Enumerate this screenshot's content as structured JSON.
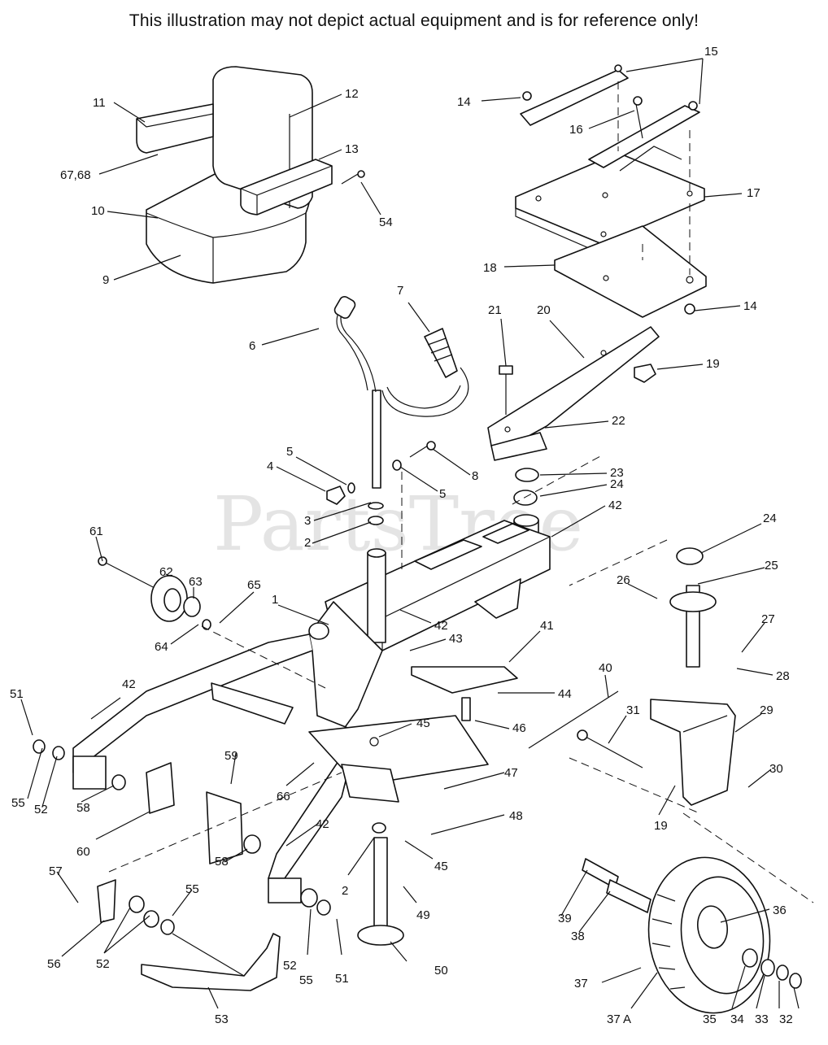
{
  "disclaimer": "This illustration may not depict actual equipment and is for reference only!",
  "watermark": "PartsTree",
  "callouts": [
    {
      "id": "c11",
      "label": "11"
    },
    {
      "id": "c12",
      "label": "12"
    },
    {
      "id": "c13",
      "label": "13"
    },
    {
      "id": "c6768",
      "label": "67,68"
    },
    {
      "id": "c10",
      "label": "10"
    },
    {
      "id": "c54",
      "label": "54"
    },
    {
      "id": "c9",
      "label": "9"
    },
    {
      "id": "c15",
      "label": "15"
    },
    {
      "id": "c14a",
      "label": "14"
    },
    {
      "id": "c16",
      "label": "16"
    },
    {
      "id": "c17",
      "label": "17"
    },
    {
      "id": "c18",
      "label": "18"
    },
    {
      "id": "c14b",
      "label": "14"
    },
    {
      "id": "c7",
      "label": "7"
    },
    {
      "id": "c6",
      "label": "6"
    },
    {
      "id": "c21",
      "label": "21"
    },
    {
      "id": "c20",
      "label": "20"
    },
    {
      "id": "c19a",
      "label": "19"
    },
    {
      "id": "c22",
      "label": "22"
    },
    {
      "id": "c5a",
      "label": "5"
    },
    {
      "id": "c8",
      "label": "8"
    },
    {
      "id": "c4",
      "label": "4"
    },
    {
      "id": "c5b",
      "label": "5"
    },
    {
      "id": "c23",
      "label": "23"
    },
    {
      "id": "c24a",
      "label": "24"
    },
    {
      "id": "c3",
      "label": "3"
    },
    {
      "id": "c42a",
      "label": "42"
    },
    {
      "id": "c2a",
      "label": "2"
    },
    {
      "id": "c24b",
      "label": "24"
    },
    {
      "id": "c61",
      "label": "61"
    },
    {
      "id": "c62",
      "label": "62"
    },
    {
      "id": "c63",
      "label": "63"
    },
    {
      "id": "c65",
      "label": "65"
    },
    {
      "id": "c25",
      "label": "25"
    },
    {
      "id": "c1",
      "label": "1"
    },
    {
      "id": "c26",
      "label": "26"
    },
    {
      "id": "c42b",
      "label": "42"
    },
    {
      "id": "c43",
      "label": "43"
    },
    {
      "id": "c41",
      "label": "41"
    },
    {
      "id": "c27",
      "label": "27"
    },
    {
      "id": "c64",
      "label": "64"
    },
    {
      "id": "c28",
      "label": "28"
    },
    {
      "id": "c51a",
      "label": "51"
    },
    {
      "id": "c42c",
      "label": "42"
    },
    {
      "id": "c40",
      "label": "40"
    },
    {
      "id": "c44",
      "label": "44"
    },
    {
      "id": "c29",
      "label": "29"
    },
    {
      "id": "c31",
      "label": "31"
    },
    {
      "id": "c45a",
      "label": "45"
    },
    {
      "id": "c46",
      "label": "46"
    },
    {
      "id": "c55a",
      "label": "55"
    },
    {
      "id": "c52a",
      "label": "52"
    },
    {
      "id": "c66",
      "label": "66"
    },
    {
      "id": "c30",
      "label": "30"
    },
    {
      "id": "c59",
      "label": "59"
    },
    {
      "id": "c47",
      "label": "47"
    },
    {
      "id": "c58a",
      "label": "58"
    },
    {
      "id": "c19b",
      "label": "19"
    },
    {
      "id": "c60",
      "label": "60"
    },
    {
      "id": "c42d",
      "label": "42"
    },
    {
      "id": "c48",
      "label": "48"
    },
    {
      "id": "c45b",
      "label": "45"
    },
    {
      "id": "c57",
      "label": "57"
    },
    {
      "id": "c55b",
      "label": "55"
    },
    {
      "id": "c2b",
      "label": "2"
    },
    {
      "id": "c58b",
      "label": "58"
    },
    {
      "id": "c49",
      "label": "49"
    },
    {
      "id": "c39",
      "label": "39"
    },
    {
      "id": "c36",
      "label": "36"
    },
    {
      "id": "c38",
      "label": "38"
    },
    {
      "id": "c56",
      "label": "56"
    },
    {
      "id": "c52b",
      "label": "52"
    },
    {
      "id": "c52c",
      "label": "52"
    },
    {
      "id": "c55c",
      "label": "55"
    },
    {
      "id": "c51b",
      "label": "51"
    },
    {
      "id": "c50",
      "label": "50"
    },
    {
      "id": "c37",
      "label": "37"
    },
    {
      "id": "c53",
      "label": "53"
    },
    {
      "id": "c37a",
      "label": "37 A"
    },
    {
      "id": "c35",
      "label": "35"
    },
    {
      "id": "c34",
      "label": "34"
    },
    {
      "id": "c33",
      "label": "33"
    },
    {
      "id": "c32",
      "label": "32"
    }
  ]
}
